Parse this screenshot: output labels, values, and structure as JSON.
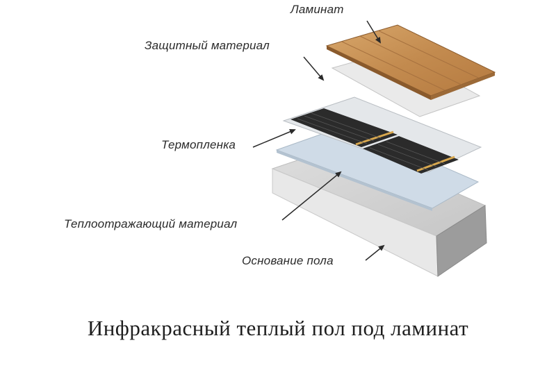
{
  "labels": {
    "laminate": "Ламинат",
    "protective": "Защитный материал",
    "film": "Термопленка",
    "reflective": "Теплоотражающий материал",
    "base": "Основание пола"
  },
  "caption": "Инфракрасный теплый пол под ламинат",
  "colors": {
    "laminate": "#c8955a",
    "laminate_edge": "#8a5a2c",
    "film_strip": "#2b2b2b",
    "film_bus": "#d9a84e",
    "reflective": "#c9d6e3",
    "base_top": "#d4d4d4",
    "base_side": "#9c9c9c",
    "arrow": "#2a2a2a"
  }
}
